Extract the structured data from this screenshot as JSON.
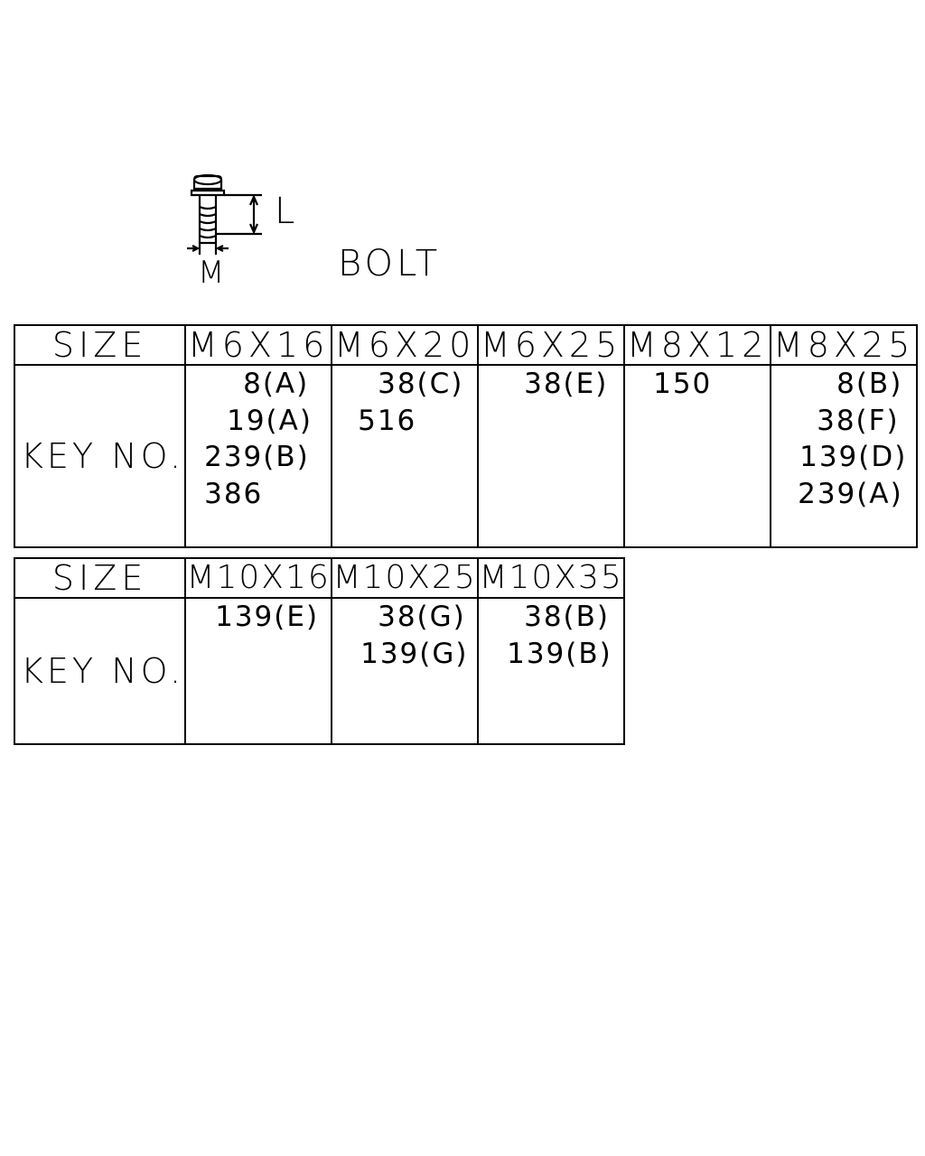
{
  "figure": {
    "length_label": "L",
    "diameter_label": "M",
    "title": "BOLT"
  },
  "table1": {
    "size_label": "SIZE",
    "key_label": "KEY NO.",
    "columns": [
      {
        "size": "M6X16",
        "keys": [
          "8(A)",
          "19(A)",
          "239(B)",
          "386"
        ],
        "align": [
          "right",
          "right",
          "left",
          "left"
        ]
      },
      {
        "size": "M6X20",
        "keys": [
          "38(C)",
          "516"
        ],
        "align": [
          "right",
          "left"
        ]
      },
      {
        "size": "M6X25",
        "keys": [
          "38(E)"
        ],
        "align": [
          "right"
        ]
      },
      {
        "size": "M8X12",
        "keys": [
          "150"
        ],
        "align": [
          "left"
        ]
      },
      {
        "size": "M8X25",
        "keys": [
          "8(B)",
          "38(F)",
          "139(D)",
          "239(A)"
        ],
        "align": [
          "right",
          "right",
          "right",
          "right"
        ]
      }
    ]
  },
  "table2": {
    "size_label": "SIZE",
    "key_label": "KEY NO.",
    "columns": [
      {
        "size": "M10X16",
        "keys": [
          "139(E)"
        ],
        "align": [
          "right"
        ]
      },
      {
        "size": "M10X25",
        "keys": [
          "38(G)",
          "139(G)"
        ],
        "align": [
          "right",
          "right"
        ]
      },
      {
        "size": "M10X35",
        "keys": [
          "38(B)",
          "139(B)"
        ],
        "align": [
          "right",
          "right"
        ]
      }
    ]
  }
}
